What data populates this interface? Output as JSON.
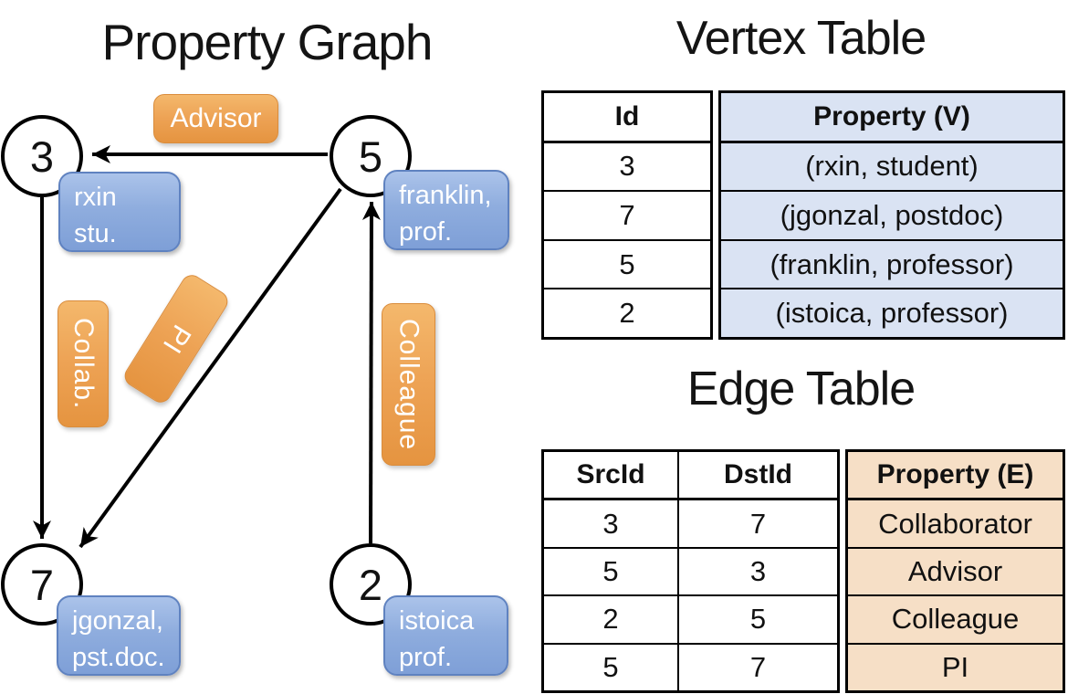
{
  "graph": {
    "title": "Property Graph",
    "nodes": {
      "n3": {
        "id": "3",
        "prop1": "rxin",
        "prop2": "stu."
      },
      "n5": {
        "id": "5",
        "prop1": "franklin,",
        "prop2": "prof."
      },
      "n7": {
        "id": "7",
        "prop1": "jgonzal,",
        "prop2": "pst.doc."
      },
      "n2": {
        "id": "2",
        "prop1": "istoica",
        "prop2": "prof."
      }
    },
    "edge_labels": {
      "advisor": "Advisor",
      "collab": "Collab.",
      "pi": "PI",
      "colleague": "Colleague"
    },
    "edges": [
      {
        "from": "5",
        "to": "3",
        "label": "Advisor"
      },
      {
        "from": "3",
        "to": "7",
        "label": "Collab."
      },
      {
        "from": "5",
        "to": "7",
        "label": "PI"
      },
      {
        "from": "2",
        "to": "5",
        "label": "Colleague"
      }
    ]
  },
  "vertex_table": {
    "title": "Vertex Table",
    "columns": [
      "Id",
      "Property (V)"
    ],
    "rows": [
      [
        "3",
        "(rxin, student)"
      ],
      [
        "7",
        "(jgonzal, postdoc)"
      ],
      [
        "5",
        "(franklin, professor)"
      ],
      [
        "2",
        "(istoica, professor)"
      ]
    ]
  },
  "edge_table": {
    "title": "Edge Table",
    "columns": [
      "SrcId",
      "DstId",
      "Property (E)"
    ],
    "rows": [
      [
        "3",
        "7",
        "Collaborator"
      ],
      [
        "5",
        "3",
        "Advisor"
      ],
      [
        "2",
        "5",
        "Colleague"
      ],
      [
        "5",
        "7",
        "PI"
      ]
    ]
  },
  "colors": {
    "edge_label_orange": "#EC9D4E",
    "vertex_box_blue": "#84A3D8",
    "vertex_property_fill": "#DAE3F3",
    "edge_property_fill": "#F6DFC6",
    "line_black": "#000000",
    "label_text": "#FFFFFF"
  }
}
